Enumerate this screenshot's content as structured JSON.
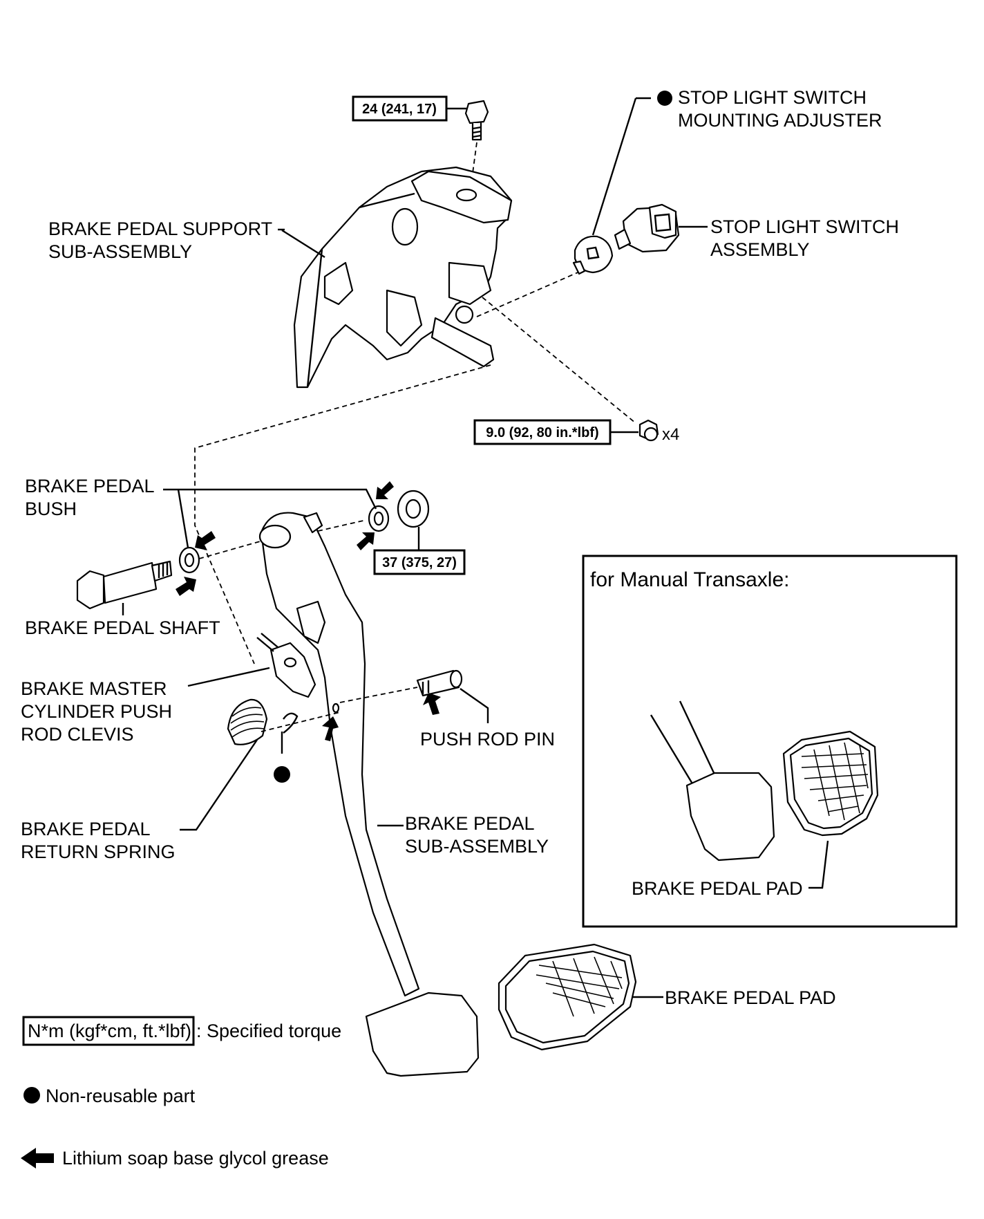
{
  "torques": {
    "top_bolt": "24 (241, 17)",
    "switch_nuts": "9.0 (92, 80 in.*lbf)",
    "shaft_nut": "37 (375, 27)"
  },
  "quantity": "x4",
  "labels": {
    "stop_light_adjuster_line1": "STOP LIGHT SWITCH",
    "stop_light_adjuster_line2": "MOUNTING ADJUSTER",
    "support_line1": "BRAKE PEDAL SUPPORT",
    "support_line2": "SUB-ASSEMBLY",
    "stop_switch_line1": "STOP LIGHT SWITCH",
    "stop_switch_line2": "ASSEMBLY",
    "bush_line1": "BRAKE PEDAL",
    "bush_line2": "BUSH",
    "shaft": "BRAKE PEDAL SHAFT",
    "clevis_line1": "BRAKE MASTER",
    "clevis_line2": "CYLINDER PUSH",
    "clevis_line3": "ROD CLEVIS",
    "push_rod_pin": "PUSH ROD PIN",
    "spring_line1": "BRAKE PEDAL",
    "spring_line2": "RETURN SPRING",
    "pedal_line1": "BRAKE PEDAL",
    "pedal_line2": "SUB-ASSEMBLY",
    "pad_main": "BRAKE PEDAL PAD",
    "pad_inset": "BRAKE PEDAL PAD"
  },
  "inset": {
    "title": "for Manual Transaxle:"
  },
  "legend": {
    "torque_box": "N*m (kgf*cm, ft.*lbf)",
    "torque_text": ": Specified torque",
    "non_reusable": "Non-reusable part",
    "grease": "Lithium soap base glycol grease"
  }
}
